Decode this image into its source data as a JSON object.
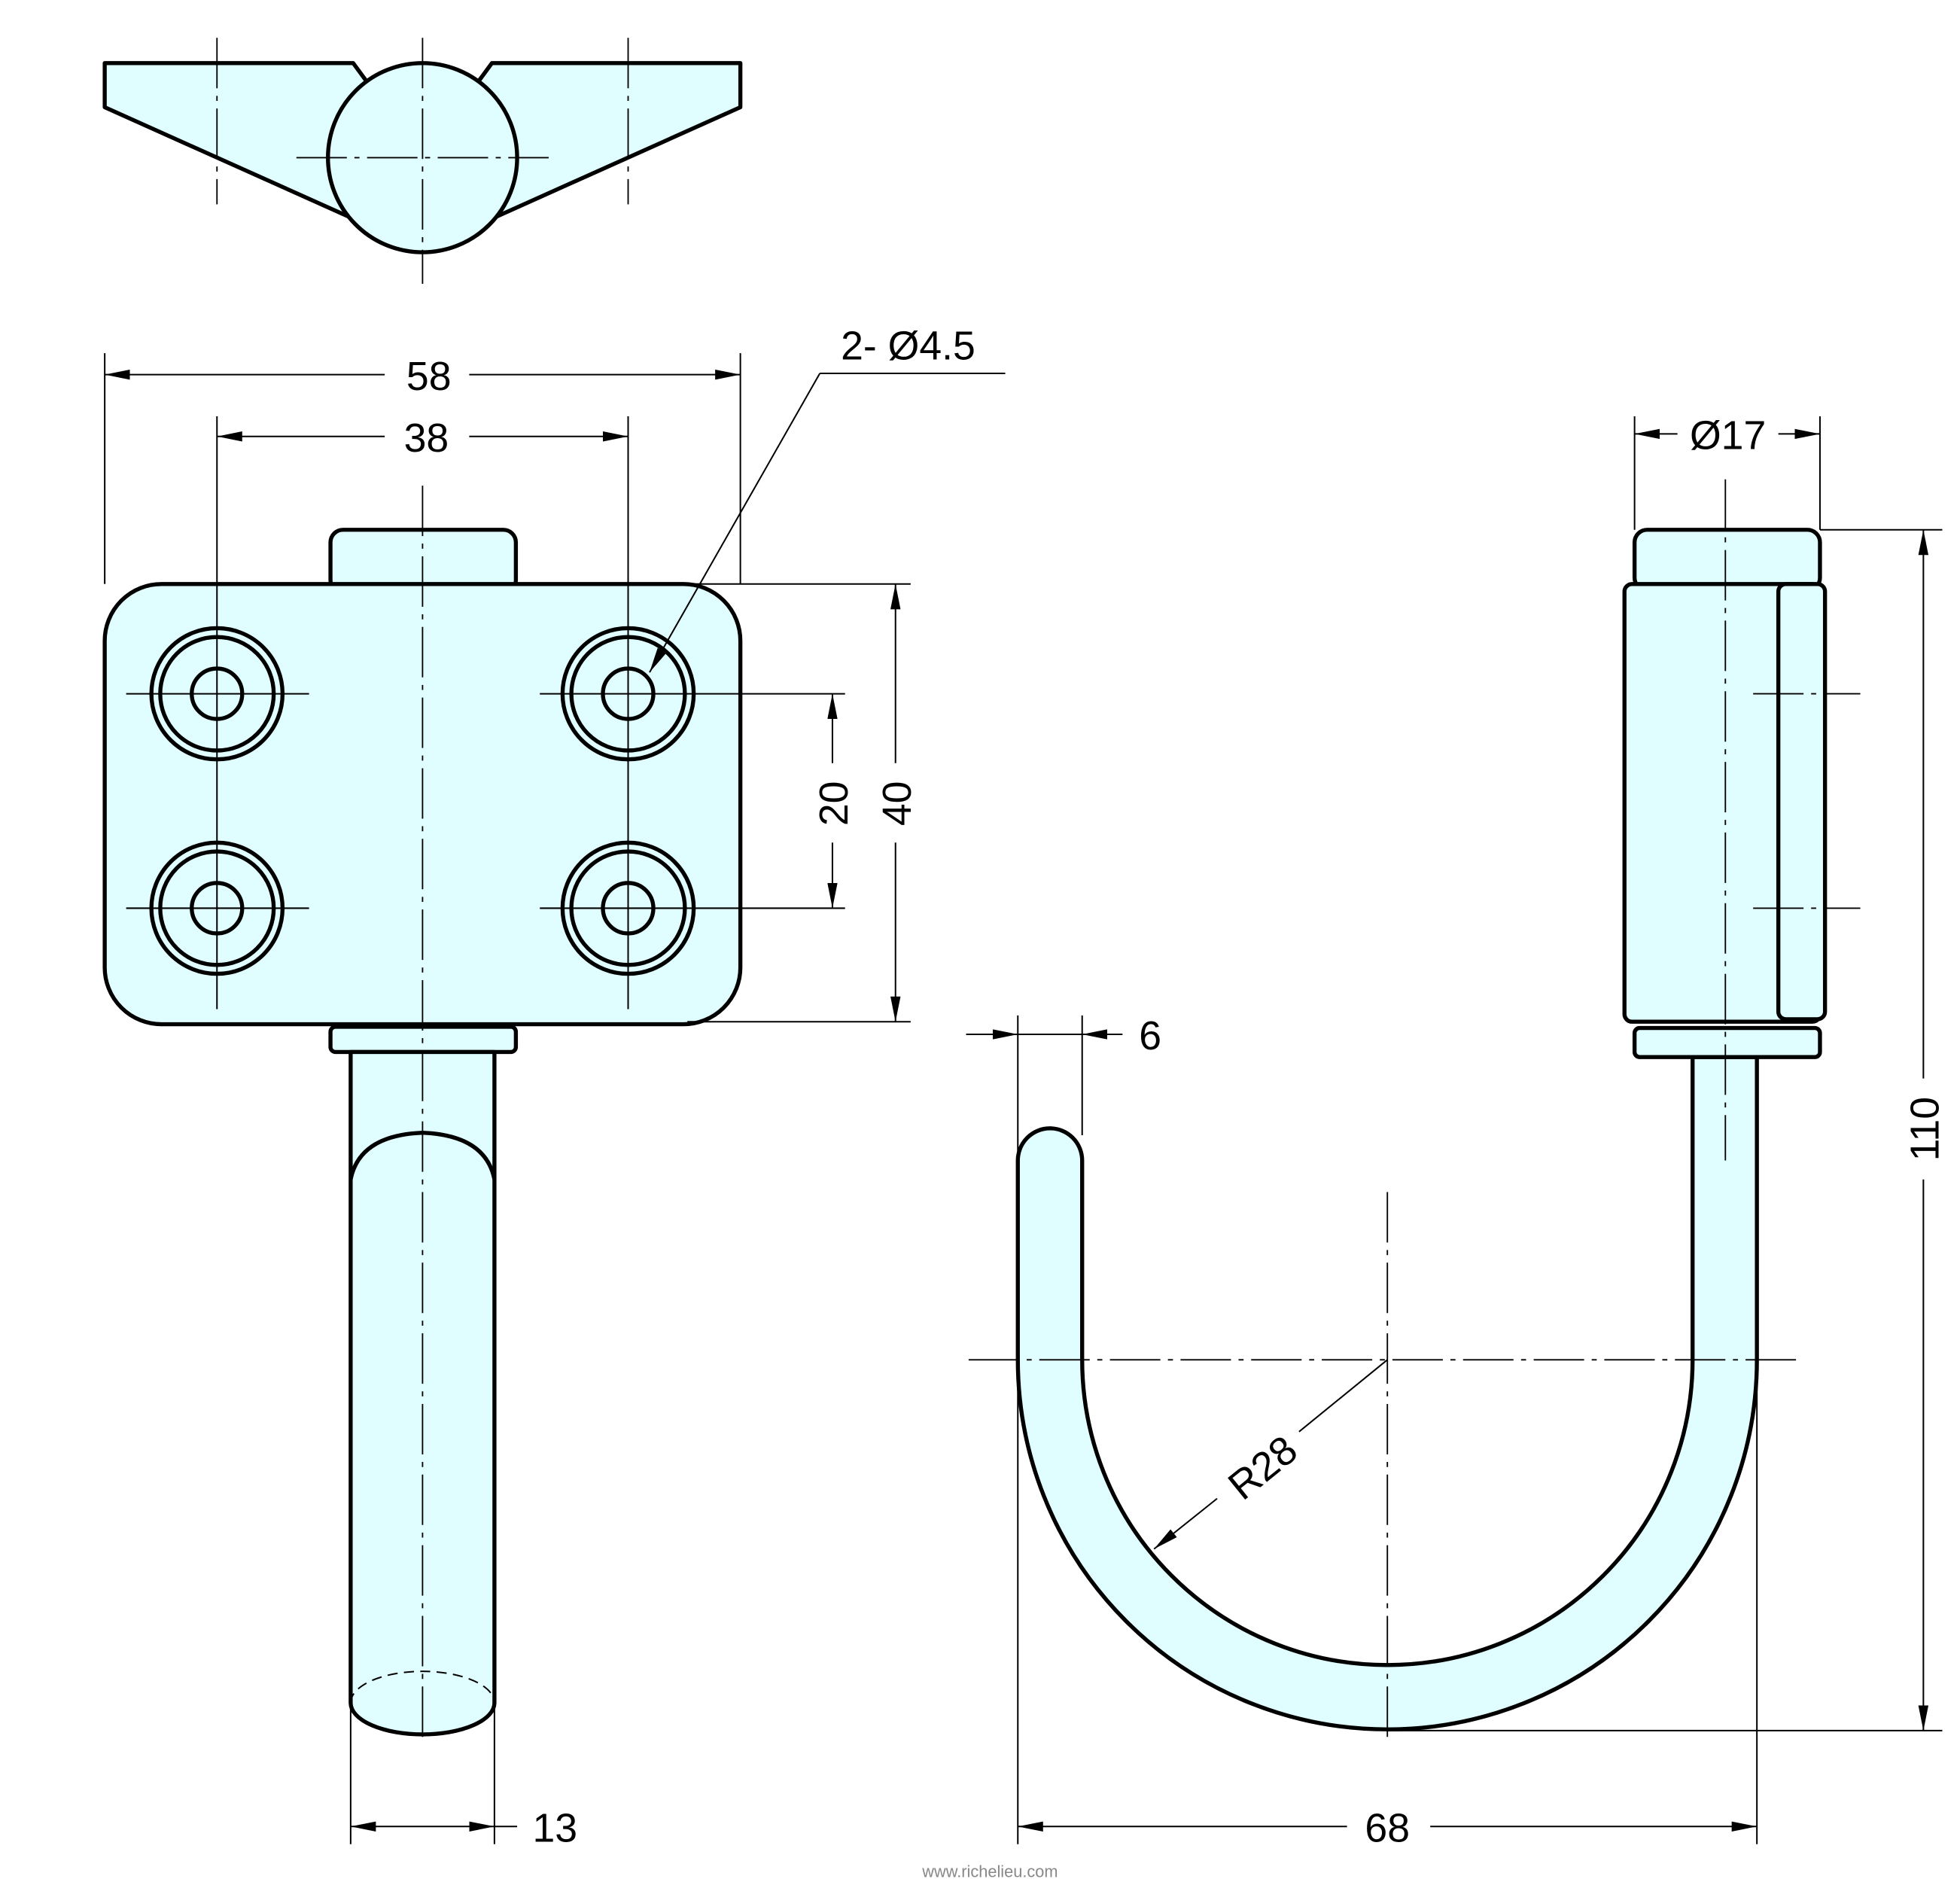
{
  "drawing": {
    "dimensions": {
      "width_overall": "58",
      "hole_spacing_horizontal": "38",
      "holes": "2- Ø4.5",
      "hole_spacing_vertical": "20",
      "plate_height": "40",
      "pin_diameter": "13",
      "collar_diameter": "Ø17",
      "total_height": "110",
      "rod_thickness": "6",
      "hook_radius": "R28",
      "hook_width": "68"
    },
    "watermark": "www.richelieu.com",
    "colors": {
      "fill": "#e0feff",
      "line": "#000000"
    }
  }
}
